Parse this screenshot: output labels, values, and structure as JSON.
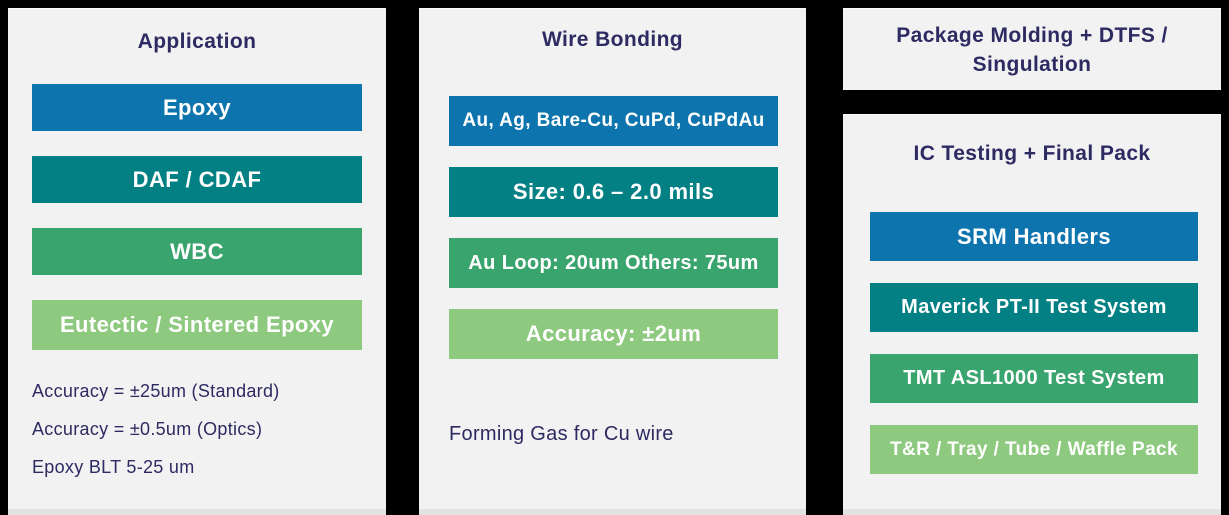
{
  "colors": {
    "background": "#000000",
    "panel": "#f2f2f2",
    "panel_edge": "#e2e2e2",
    "ink": "#2e2a62",
    "bar_text": "#ffffff",
    "blue": "#0d74ae",
    "teal": "#038084",
    "green": "#3aa46e",
    "lime": "#8dc97e"
  },
  "panels": [
    {
      "title": "Application",
      "bars": [
        {
          "label": "Epoxy",
          "color": "blue"
        },
        {
          "label": "DAF / CDAF",
          "color": "teal"
        },
        {
          "label": "WBC",
          "color": "green"
        },
        {
          "label": "Eutectic / Sintered Epoxy",
          "color": "lime"
        }
      ],
      "notes": [
        "Accuracy = ±25um (Standard)",
        "Accuracy = ±0.5um (Optics)",
        "Epoxy BLT 5-25 um"
      ]
    },
    {
      "title": "Wire Bonding",
      "bars": [
        {
          "label": "Au, Ag, Bare-Cu, CuPd, CuPdAu",
          "color": "blue"
        },
        {
          "label": "Size: 0.6 – 2.0 mils",
          "color": "teal"
        },
        {
          "label": "Au Loop: 20um Others: 75um",
          "color": "green"
        },
        {
          "label": "Accuracy: ±2um",
          "color": "lime"
        }
      ],
      "footnote": "Forming Gas for Cu wire"
    },
    {
      "title": "Package Molding + DTFS / Singulation"
    },
    {
      "title": "IC Testing + Final Pack",
      "bars": [
        {
          "label": "SRM Handlers",
          "color": "blue"
        },
        {
          "label": "Maverick PT-II Test System",
          "color": "teal"
        },
        {
          "label": "TMT ASL1000 Test System",
          "color": "green"
        },
        {
          "label": "T&R / Tray / Tube / Waffle Pack",
          "color": "lime"
        }
      ]
    }
  ]
}
